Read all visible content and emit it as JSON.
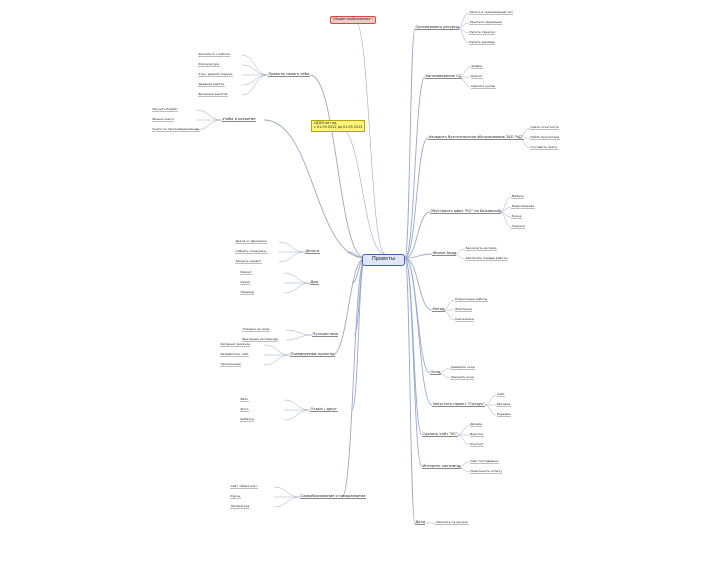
{
  "center": "Проекты",
  "top_notes": {
    "goal": "ЦЕЛИ на год\nс 01.09.2012 до 01.09.2013",
    "general_ideas": "Общие соображения !"
  },
  "left_branches": [
    {
      "id": "self",
      "label": "Проекты самого себя",
      "children": [
        "Уволиться с работы",
        "Физкультура",
        "Утро, ранний подъем",
        "Дневная работа",
        "Вечерние занятия"
      ]
    },
    {
      "id": "study",
      "label": "Учеба и развитие",
      "children": [
        "Изучить English",
        "Бизнес-книги",
        "Книги по программированию"
      ]
    },
    {
      "id": "money",
      "label": "Деньги",
      "children": [
        "Доход от фриланса",
        "Собрать «подушку»",
        "Закрыть кредит"
      ]
    },
    {
      "id": "house",
      "label": "Дом",
      "children": [
        "Ремонт",
        "Кухня",
        "Переезд"
      ]
    },
    {
      "id": "cars",
      "label": "Путешествия",
      "children": [
        "Поездка на море",
        "Выходные на природе"
      ]
    },
    {
      "id": "planned",
      "label": "Планируемые проекты",
      "children": [
        "Интернет-магазин",
        "Разработать сайт",
        "Приложение"
      ]
    },
    {
      "id": "health",
      "label": "Отдых / досуг",
      "children": [
        "Вело",
        "Фото",
        "Рыбалка"
      ]
    },
    {
      "id": "purchases",
      "label": "Самообразование и саморазвитие",
      "children": [
        "Сайт «Меня нет»",
        "Курсы",
        "Литература"
      ]
    }
  ],
  "right_branches": [
    {
      "id": "org",
      "label": "Организовать ресурсы",
      "children": [
        "Запись в тренажерный зал",
        "Заняться здоровьем",
        "Купить тарелки",
        "Купить ресивер"
      ]
    },
    {
      "id": "k1",
      "label": "Кинозаведение СС",
      "children": [
        "Заявки",
        "Ремонт",
        "Сделать кухню"
      ]
    },
    {
      "id": "buh",
      "label": "Наладить бухгалтерское обслуживание ЗАО \"КС\"",
      "children": [
        "Сдать отчетность",
        "Найти бухгалтера",
        "Составить смету"
      ]
    },
    {
      "id": "office",
      "label": "Обустроить офис \"КС\" на Бажовской",
      "children": [
        "Мебель",
        "Переговорная",
        "Кухня",
        "Техника"
      ]
    },
    {
      "id": "housing",
      "label": "Жилье Акум",
      "children": [
        "Заключить договор",
        "Заплатить первые работы"
      ]
    },
    {
      "id": "metro",
      "label": "Метро",
      "children": [
        "Отделочные работы",
        "Электрика",
        "Сантехника"
      ]
    },
    {
      "id": "windows",
      "label": "Окна",
      "children": [
        "Замерить окна",
        "Заказать окна"
      ]
    },
    {
      "id": "launch",
      "label": "Запустить проект \"Сундук\"",
      "children": [
        "Сайт",
        "Реклама",
        "Курьеры"
      ]
    },
    {
      "id": "site",
      "label": "Сделать сайт \"КС\"",
      "children": [
        "Дизайн",
        "Верстка",
        "Контент"
      ]
    },
    {
      "id": "internet",
      "label": "Интернет-магазины",
      "children": [
        "Сайт поставщика",
        "Подключить оплату"
      ]
    },
    {
      "id": "kids",
      "label": "Дети",
      "children": [
        "Записать на кружок"
      ]
    }
  ],
  "colors": {
    "link_left": "#9aa8c9",
    "link_right": "#9aa8c9",
    "center_bg": "#dfe6f6",
    "center_border": "#4a63a8",
    "red_tag": "#d94a3f",
    "dark_tag": "#3a3a3a",
    "yellow_note": "#fff47a"
  }
}
